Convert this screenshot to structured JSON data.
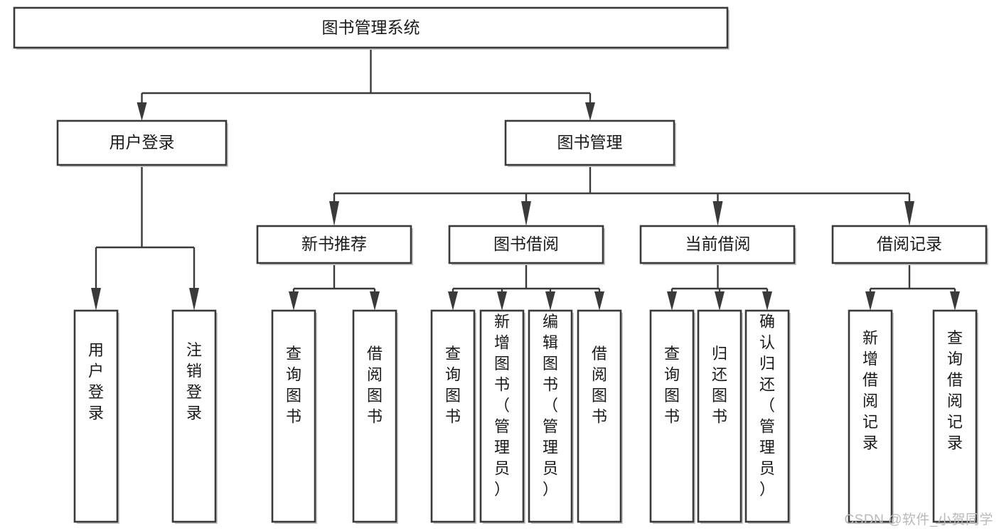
{
  "diagram": {
    "type": "tree",
    "title": "图书管理系统",
    "root": {
      "label": "图书管理系统",
      "id": "root-system"
    },
    "level2": [
      {
        "id": "user-login",
        "label": "用户登录"
      },
      {
        "id": "book-manage",
        "label": "图书管理"
      }
    ],
    "level3": [
      {
        "id": "new-book-recommend",
        "label": "新书推荐",
        "parent": "book-manage"
      },
      {
        "id": "book-borrow",
        "label": "图书借阅",
        "parent": "book-manage"
      },
      {
        "id": "current-borrow",
        "label": "当前借阅",
        "parent": "book-manage"
      },
      {
        "id": "borrow-record",
        "label": "借阅记录",
        "parent": "book-manage"
      }
    ],
    "leaves": {
      "user-login": [
        {
          "id": "leaf-user-login",
          "label": "用户登录"
        },
        {
          "id": "leaf-user-logout",
          "label": "注销登录"
        }
      ],
      "new-book-recommend": [
        {
          "id": "leaf-query-book-1",
          "label": "查询图书"
        },
        {
          "id": "leaf-borrow-book-1",
          "label": "借阅图书"
        }
      ],
      "book-borrow": [
        {
          "id": "leaf-query-book-2",
          "label": "查询图书"
        },
        {
          "id": "leaf-add-book",
          "label": "新增图书（管理员）"
        },
        {
          "id": "leaf-edit-book",
          "label": "编辑图书（管理员）"
        },
        {
          "id": "leaf-borrow-book-2",
          "label": "借阅图书"
        }
      ],
      "current-borrow": [
        {
          "id": "leaf-query-book-3",
          "label": "查询图书"
        },
        {
          "id": "leaf-return-book",
          "label": "归还图书"
        },
        {
          "id": "leaf-confirm-return",
          "label": "确认归还（管理员）"
        }
      ],
      "borrow-record": [
        {
          "id": "leaf-add-record",
          "label": "新增借阅记录"
        },
        {
          "id": "leaf-query-record",
          "label": "查询借阅记录"
        }
      ]
    }
  },
  "watermark": {
    "text": "CSDN @软件_小贺同学"
  },
  "colors": {
    "box_stroke": "#3a3a3a",
    "box_fill": "#ffffff",
    "text": "#1a1a1a",
    "watermark": "#b9b9b9",
    "background": "#ffffff"
  }
}
